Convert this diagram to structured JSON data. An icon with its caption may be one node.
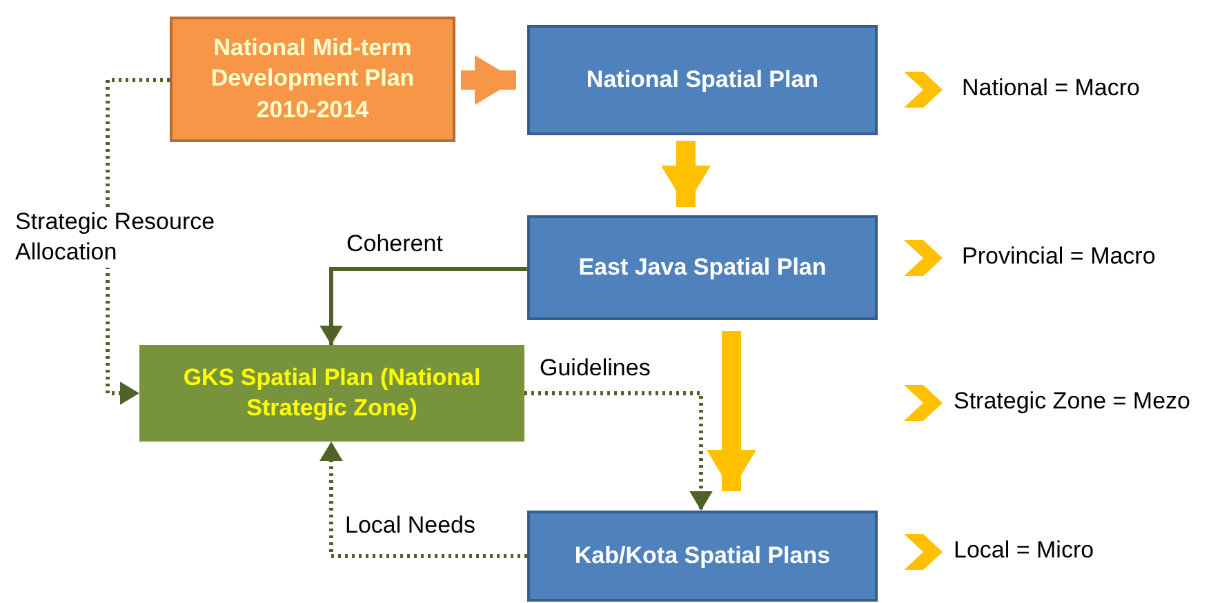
{
  "diagram": {
    "nodes": [
      {
        "text": [
          "National Mid-term Development Plan 2010-2014"
        ]
      },
      {
        "text": [
          "National Spatial Plan"
        ]
      },
      {
        "text": [
          "East Java Spatial Plan"
        ]
      },
      {
        "text": [
          "GKS Spatial Plan (National Strategic Zone)"
        ]
      },
      {
        "text": [
          "Kab/Kota Spatial Plans"
        ]
      }
    ],
    "edges": [
      {
        "from": 0,
        "to": 1,
        "arrow": "to",
        "style": "thick",
        "color": "#f79646"
      },
      {
        "from": 1,
        "to": 2,
        "arrow": "to",
        "style": "thick",
        "color": "#ffc000"
      },
      {
        "from": 2,
        "to": 3,
        "arrow": "to",
        "label": "Coherent"
      },
      {
        "from": 0,
        "to": 3,
        "arrow": "to",
        "style": "dashed",
        "label": "Strategic Resource Allocation"
      },
      {
        "from": 2,
        "to": 4,
        "arrow": "to",
        "style": "thick",
        "color": "#ffc000"
      },
      {
        "from": 3,
        "to": 4,
        "arrow": "to",
        "style": "dashed",
        "label": "Guidelines"
      },
      {
        "from": 4,
        "to": 3,
        "arrow": "to",
        "style": "dashed",
        "label": "Local Needs"
      }
    ],
    "labels": [
      "National = Macro",
      "Provincial = Macro",
      "Strategic Zone = Mezo",
      "Local = Micro"
    ]
  }
}
